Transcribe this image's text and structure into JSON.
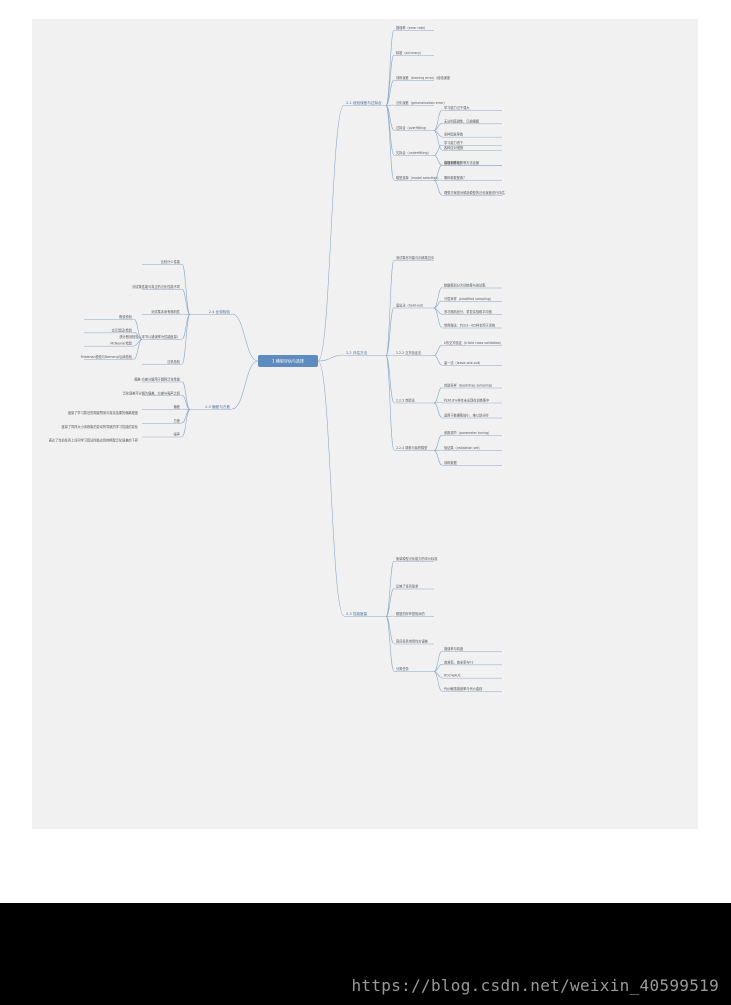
{
  "root": "1 模型评估与选择",
  "left": [
    {
      "title": "2.4 比较检验",
      "items": [
        {
          "text": "比较什么性能"
        },
        {
          "text": "测试集性能与真正的泛化性能不同"
        },
        {
          "text": "测试集本身有随机性"
        },
        {
          "text": "统计假设检验（本节以错误率为性能度量）",
          "children": [
            "假设检验",
            "交叉验证t检验",
            "McNemar检验",
            "Friedman检验与Nemenyi后续检验"
          ]
        },
        {
          "text": "过机检验"
        }
      ]
    },
    {
      "title": "2.5 偏差与方差",
      "items": [
        {
          "text": "偏差-方差分解用于解释泛化性能"
        },
        {
          "text": "泛化误差可分解为偏差、方差与噪声之和"
        },
        {
          "text": "偏差",
          "desc": "度量了学习算法的期望预测与真实结果的偏离程度"
        },
        {
          "text": "方差",
          "desc": "度量了同样大小训练集的变动所导致的学习性能的变化"
        },
        {
          "text": "噪声",
          "desc": "表达了当前任务上任何学习算法所能达到的期望泛化误差的下界"
        }
      ]
    }
  ],
  "right": [
    {
      "title": "2.1 经验误差与过拟合",
      "items": [
        {
          "text": "错误率（error rate）"
        },
        {
          "text": "精度（accuracy）"
        },
        {
          "text": "训练误差（training error）/经验误差"
        },
        {
          "text": "泛化误差（generalization error）"
        },
        {
          "text": "过拟合（overfitting）",
          "children": [
            "学习能力过于强大",
            "无法彻底避免，只能缓解",
            "多种因素导致",
            "各种应对措施"
          ]
        },
        {
          "text": "欠拟合（underfitting）",
          "children": [
            "学习能力低下",
            "增加训练轮数等方法克服"
          ]
        },
        {
          "text": "模型选择（model selection）",
          "children": [
            "选哪种算法？",
            "哪种参数配置？",
            "理想方案是对候选模型的泛化误差进行评估"
          ]
        }
      ]
    },
    {
      "title": "2.2 评估方法",
      "items": [
        {
          "text": "测试集尽可能与训练集互斥"
        },
        {
          "text": "留出法（hold-out）",
          "children": [
            "数据集划分为训练集与测试集",
            "分层采样（stratified sampling）",
            "多次随机划分、重复实验取平均值",
            "常用做法：约2/3~4/5样本用于训练"
          ]
        },
        {
          "text": "2.2.2 交叉验证法",
          "children": [
            "k折交叉验证（k-fold cross validation）",
            "留一法（leave-one-out）"
          ]
        },
        {
          "text": "2.2.3 自助法",
          "children": [
            "自助采样（bootstrap sampling）",
            "约36.8%样本未出现在训练集中",
            "适用于数据集较小、难以划分时"
          ]
        },
        {
          "text": "2.2.4 调参与最终模型",
          "children": [
            "参数调节（parameter tuning）",
            "验证集（validation set）",
            "训练数据"
          ]
        }
      ]
    },
    {
      "title": "2.3 性能度量",
      "items": [
        {
          "text": "衡量模型泛化能力的评价标准"
        },
        {
          "text": "反映了任务需求"
        },
        {
          "text": "模型的好坏是相对的"
        },
        {
          "text": "回归任务常用均方误差"
        },
        {
          "text": "分类任务",
          "children": [
            "错误率与精度",
            "查准率、查全率与F1",
            "ROC与AUC",
            "代价敏感错误率与代价曲线"
          ]
        }
      ]
    }
  ],
  "watermark": "https://blog.csdn.net/weixin_40599519",
  "colors": {
    "root_fill": "#5f8cbf",
    "branch_line": "#8aa9cc",
    "canvas_bg": "#f1f1f1",
    "footer_bg": "#000000"
  }
}
